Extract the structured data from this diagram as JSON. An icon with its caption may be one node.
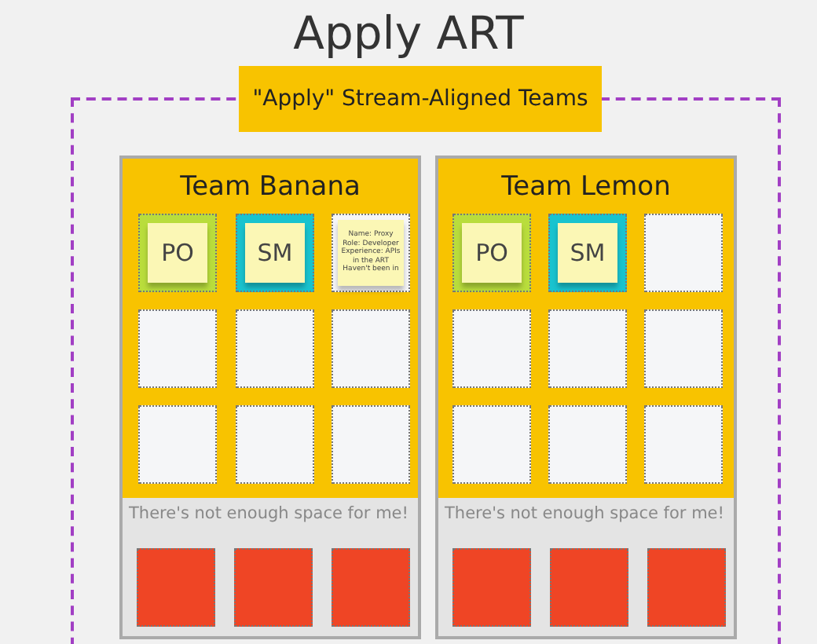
{
  "diagram": {
    "title": "Apply ART",
    "nodes": [
      {
        "text": [
          "\"Apply\" Stream-Aligned Teams"
        ]
      },
      {
        "text": [
          "Team Banana"
        ],
        "in": 0
      },
      {
        "text": [
          "PO"
        ],
        "in": 1
      },
      {
        "text": [
          "SM"
        ],
        "in": 1
      },
      {
        "text": [
          "Name: Proxy Role: Developer Experience: APIs in the ART Haven't been in"
        ],
        "in": 1
      },
      {
        "text": [],
        "shape": "box",
        "in": 1
      },
      {
        "text": [],
        "shape": "box",
        "in": 1
      },
      {
        "text": [],
        "shape": "box",
        "in": 1
      },
      {
        "text": [],
        "shape": "box",
        "in": 1
      },
      {
        "text": [],
        "shape": "box",
        "in": 1
      },
      {
        "text": [],
        "shape": "box",
        "in": 1
      },
      {
        "text": [
          "There's not enough space for me!"
        ],
        "in": 1
      },
      {
        "text": [],
        "shape": "box",
        "in": 11
      },
      {
        "text": [],
        "shape": "box",
        "in": 11
      },
      {
        "text": [],
        "shape": "box",
        "in": 11
      },
      {
        "text": [
          "Team Lemon"
        ],
        "in": 0
      },
      {
        "text": [
          "PO"
        ],
        "in": 15
      },
      {
        "text": [
          "SM"
        ],
        "in": 15
      },
      {
        "text": [],
        "shape": "box",
        "in": 15
      },
      {
        "text": [],
        "shape": "box",
        "in": 15
      },
      {
        "text": [],
        "shape": "box",
        "in": 15
      },
      {
        "text": [],
        "shape": "box",
        "in": 15
      },
      {
        "text": [],
        "shape": "box",
        "in": 15
      },
      {
        "text": [],
        "shape": "box",
        "in": 15
      },
      {
        "text": [],
        "shape": "box",
        "in": 15
      },
      {
        "text": [
          "There's not enough space for me!"
        ],
        "in": 15
      },
      {
        "text": [],
        "shape": "box",
        "in": 25
      },
      {
        "text": [],
        "shape": "box",
        "in": 25
      },
      {
        "text": [],
        "shape": "box",
        "in": 25
      }
    ],
    "edges": []
  }
}
